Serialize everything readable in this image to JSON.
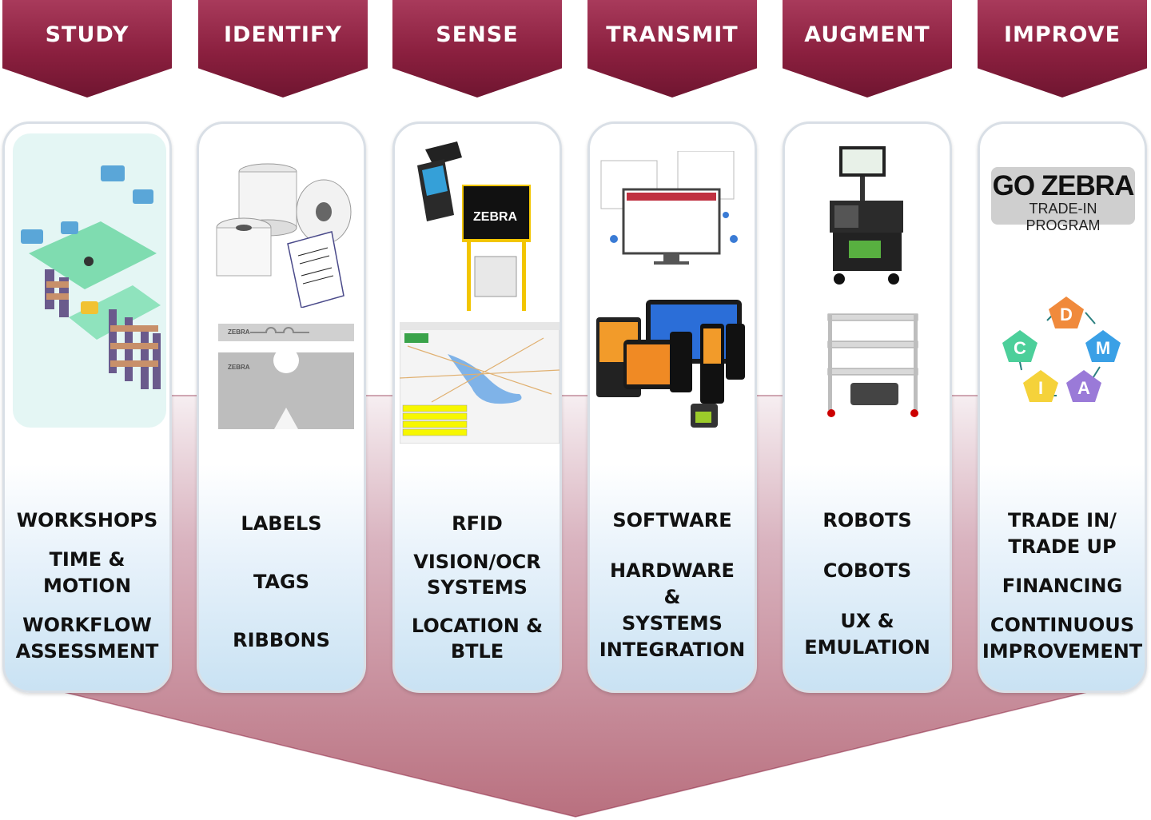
{
  "colors": {
    "chevron": "#8a1f3e",
    "arrow_base": "#b76a7f",
    "panel_bottom": "#c9e2f3"
  },
  "columns": [
    {
      "header": "STUDY",
      "items": [
        "WORKSHOPS",
        "TIME &\nMOTION",
        "WORKFLOW\nASSESSMENT"
      ],
      "illustration": "warehouse-isometric"
    },
    {
      "header": "IDENTIFY",
      "items": [
        "LABELS",
        "TAGS",
        "RIBBONS"
      ],
      "illustration": "label-rolls-and-rfid-tags"
    },
    {
      "header": "SENSE",
      "items": [
        "RFID",
        "VISION/OCR\nSYSTEMS",
        "LOCATION &\nBTLE"
      ],
      "illustration": "scanner-rfid-portal-map"
    },
    {
      "header": "TRANSMIT",
      "items": [
        "SOFTWARE",
        "HARDWARE\n&\nSYSTEMS\nINTEGRATION"
      ],
      "illustration": "dashboards-and-mobile-devices"
    },
    {
      "header": "AUGMENT",
      "items": [
        "ROBOTS",
        "COBOTS",
        "UX &\nEMULATION"
      ],
      "illustration": "mobile-cart-and-robot"
    },
    {
      "header": "IMPROVE",
      "items": [
        "TRADE IN/\nTRADE UP",
        "FINANCING",
        "CONTINUOUS\nIMPROVEMENT"
      ],
      "illustration": "gozebra-and-dmaic-cycle"
    }
  ],
  "zebra_logo_text": "ZEBRA",
  "gozebra": {
    "main": "GO ZEBRA",
    "sub": "TRADE-IN PROGRAM"
  },
  "dmaic": [
    "D",
    "M",
    "A",
    "I",
    "C"
  ]
}
